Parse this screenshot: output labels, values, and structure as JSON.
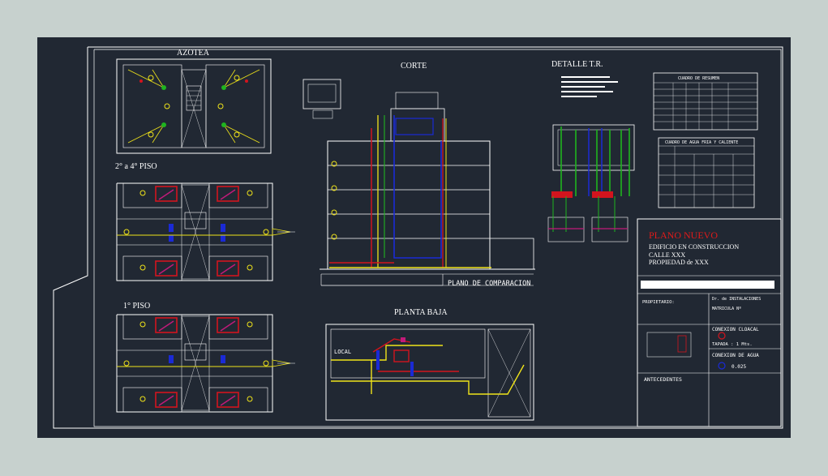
{
  "sheet": {
    "titles": {
      "azotea": "AZOTEA",
      "piso_2_4": "2° a 4° PISO",
      "piso_1": "1° PISO",
      "corte": "CORTE",
      "detalle": "DETALLE    T.R.",
      "planta_baja": "PLANTA BAJA",
      "plano_comparacion": "PLANO DE COMPARACION"
    },
    "title_block": {
      "plano": "PLANO NUEVO",
      "line1": "EDIFICIO EN CONSTRUCCION",
      "line2": "CALLE      XXX",
      "line3": "PROPIEDAD de XXX",
      "propietario": "PROPIETARIO:",
      "instalaciones": "Dr. de INSTALACIONES",
      "matricula": "MATRICULA Nº",
      "conexion_cloacal": "CONEXION CLOACAL",
      "tapada": "TAPADA : 1 Mts.",
      "conexion_agua": "CONEXION DE AGUA",
      "agua_diam": "0.025",
      "antecedentes": "ANTECEDENTES"
    },
    "tables": {
      "resumen": "CUADRO DE RESUMEN",
      "agua": "CUADRO DE AGUA FRIA Y CALIENTE"
    },
    "labels": {
      "local": "LOCAL"
    }
  },
  "colors": {
    "background": "#c7d1ce",
    "sheet": "#212833",
    "line": "#ffffff",
    "pipe_red": "#d2141e",
    "pipe_yellow": "#f0e41a",
    "pipe_blue": "#1a2ad6",
    "pipe_green": "#1fb41f",
    "pipe_magenta": "#c21a7a",
    "title_red": "#e01a1a"
  }
}
